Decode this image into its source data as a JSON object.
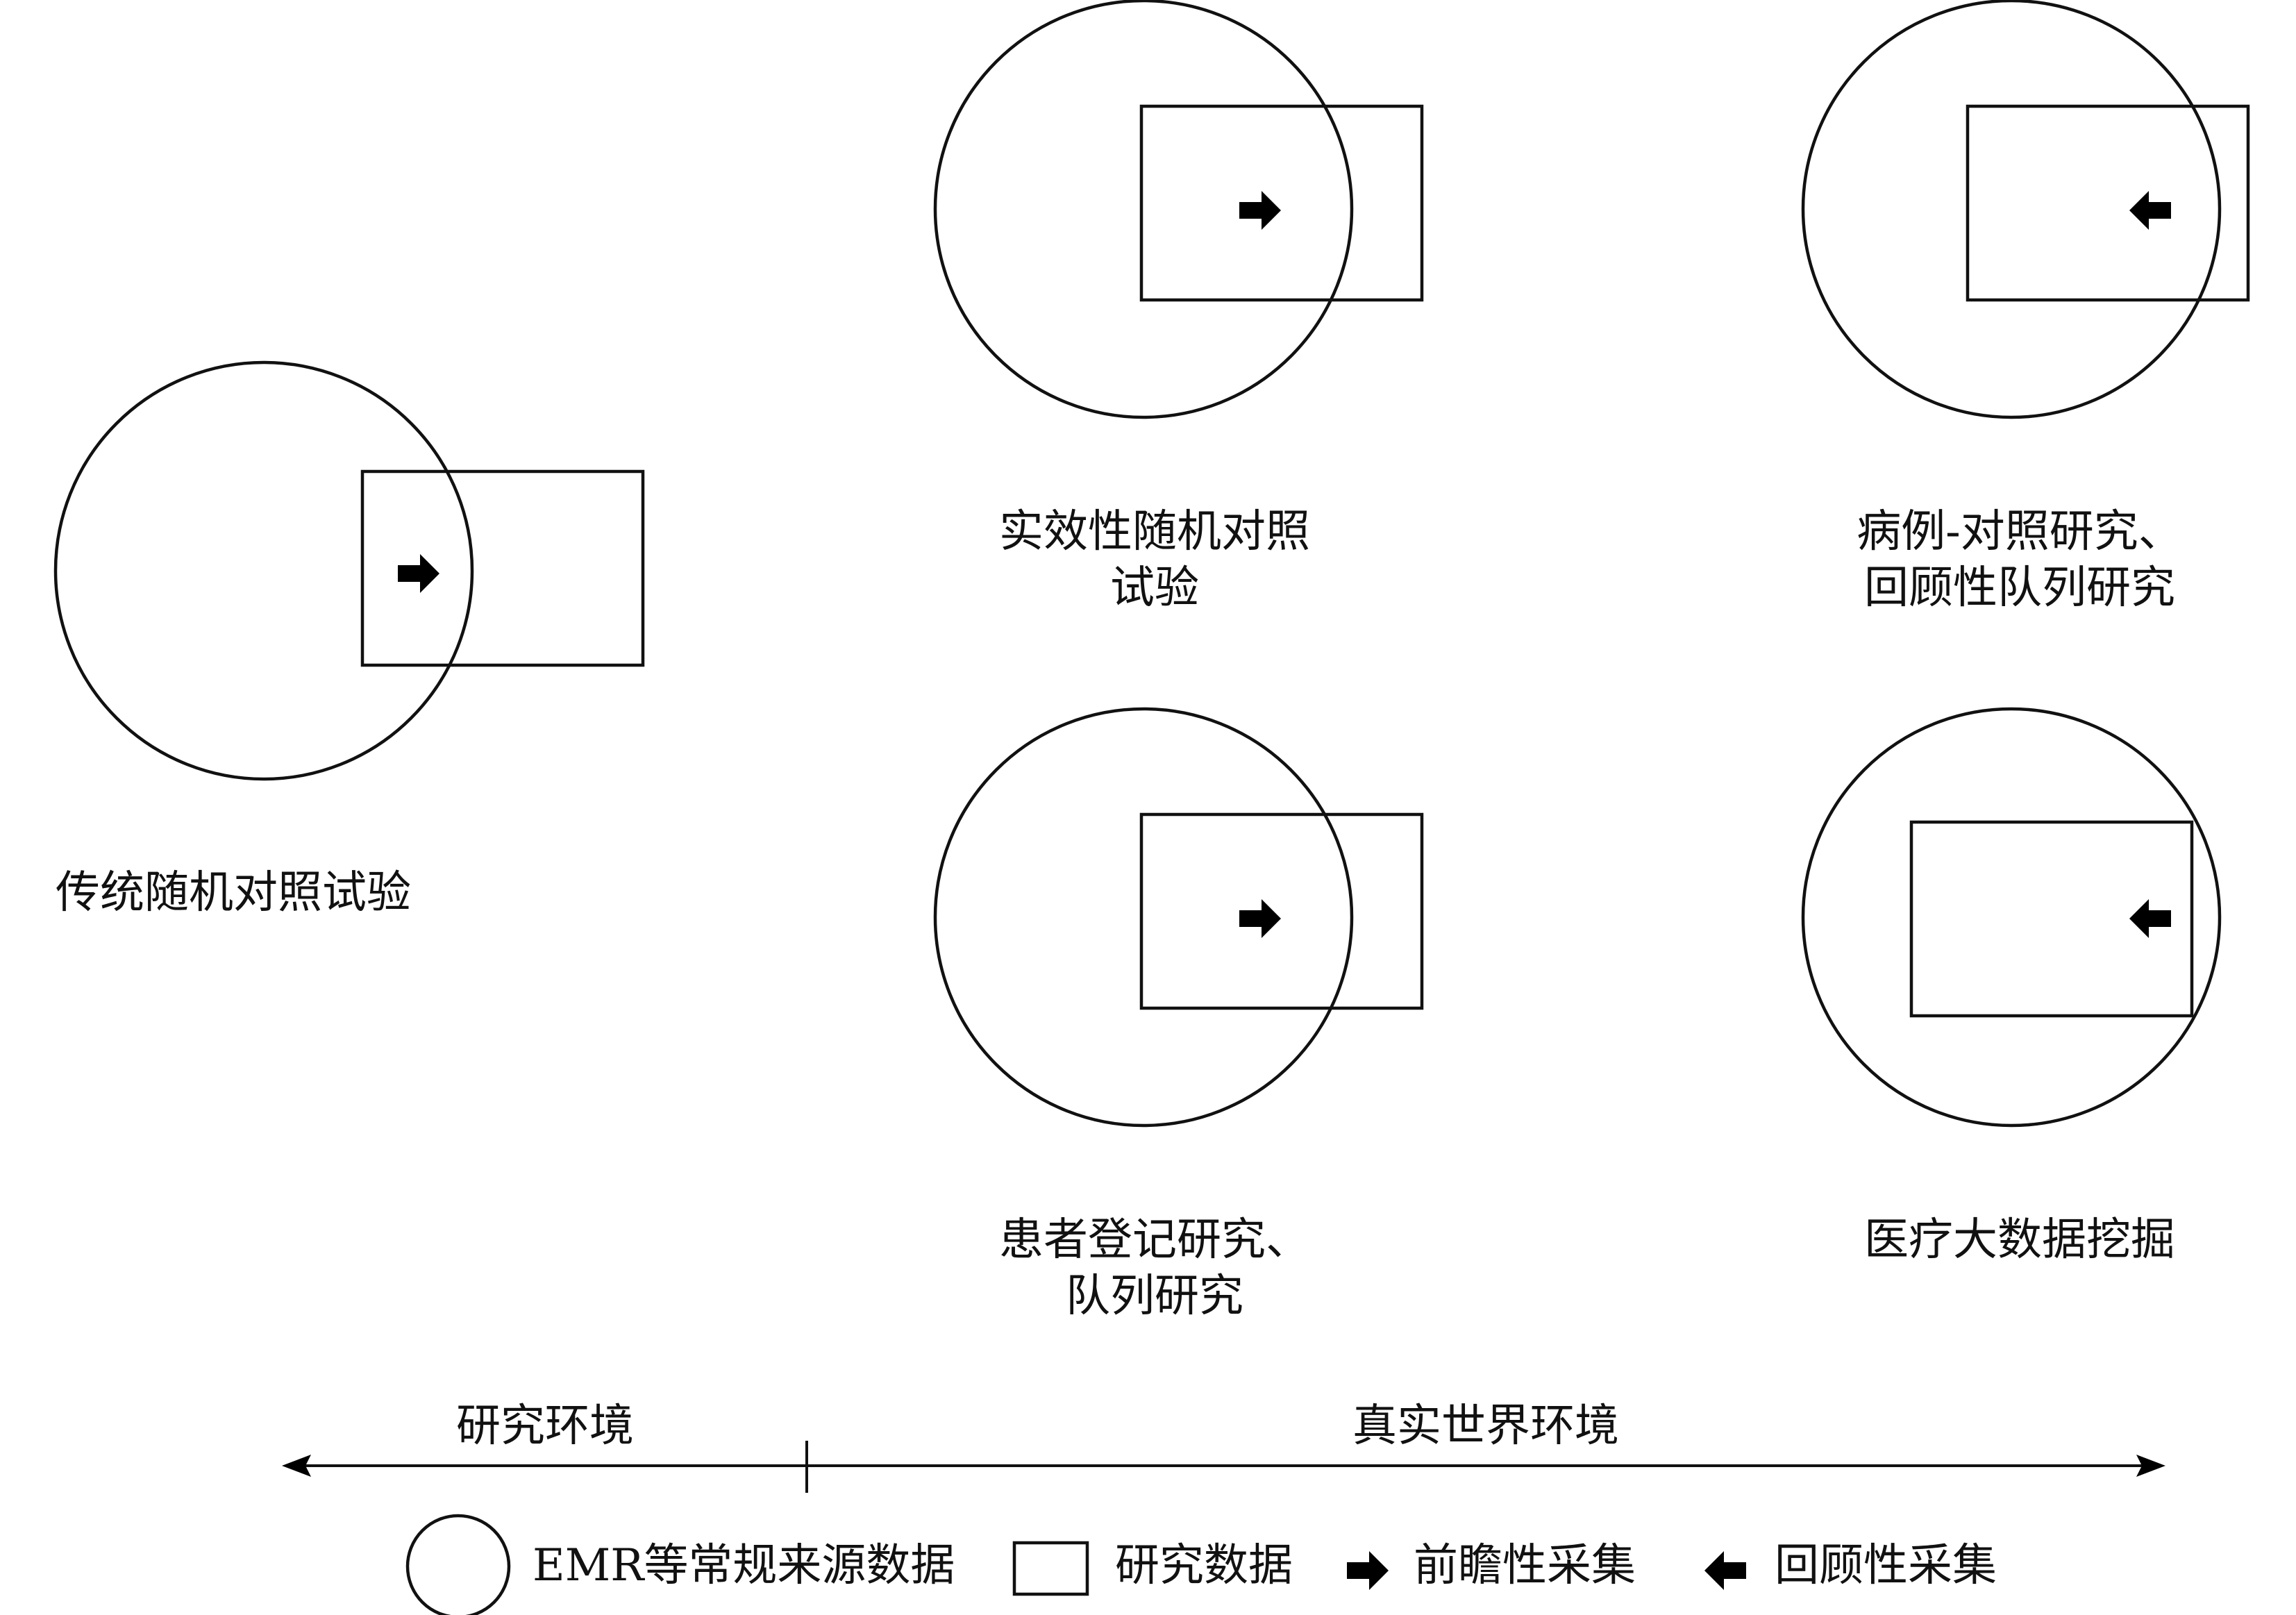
{
  "diagram": {
    "panels": [
      {
        "id": "traditional-rct",
        "lines": [
          "传统随机对照试验"
        ],
        "arrow": "prospective"
      },
      {
        "id": "pragmatic-rct",
        "lines": [
          "实效性随机对照",
          "试验"
        ],
        "arrow": "prospective"
      },
      {
        "id": "case-control",
        "lines": [
          "病例-对照研究、",
          "回顾性队列研究"
        ],
        "arrow": "retrospective"
      },
      {
        "id": "registry",
        "lines": [
          "患者登记研究、",
          "队列研究"
        ],
        "arrow": "prospective"
      },
      {
        "id": "big-data",
        "lines": [
          "医疗大数据挖掘"
        ],
        "arrow": "retrospective"
      }
    ],
    "axis": {
      "left_label": "研究环境",
      "right_label": "真实世界环境"
    },
    "legend": {
      "circle": "EMR等常规来源数据",
      "rect": "研究数据",
      "prospective": "前瞻性采集",
      "retrospective": "回顾性采集"
    }
  },
  "colors": {
    "stroke": "#111111",
    "background": "#ffffff"
  }
}
